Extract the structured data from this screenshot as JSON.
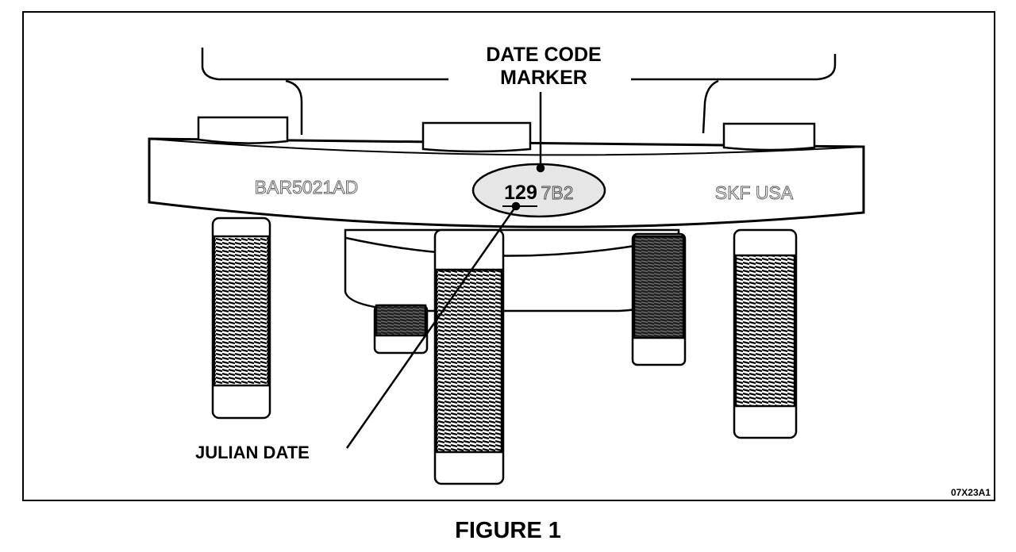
{
  "callouts": {
    "date_code_marker_line1": "DATE CODE",
    "date_code_marker_line2": "MARKER",
    "julian_date": "JULIAN DATE"
  },
  "flange_markings": {
    "part_number": "BAR5021AD",
    "manufacturer": "SKF USA",
    "date_code_julian": "129",
    "date_code_rest": "7B2"
  },
  "figure_reference": "07X23A1",
  "caption": "FIGURE 1",
  "colors": {
    "ink": "#000000",
    "paper": "#ffffff",
    "oval_fill": "#e6e6e6"
  }
}
